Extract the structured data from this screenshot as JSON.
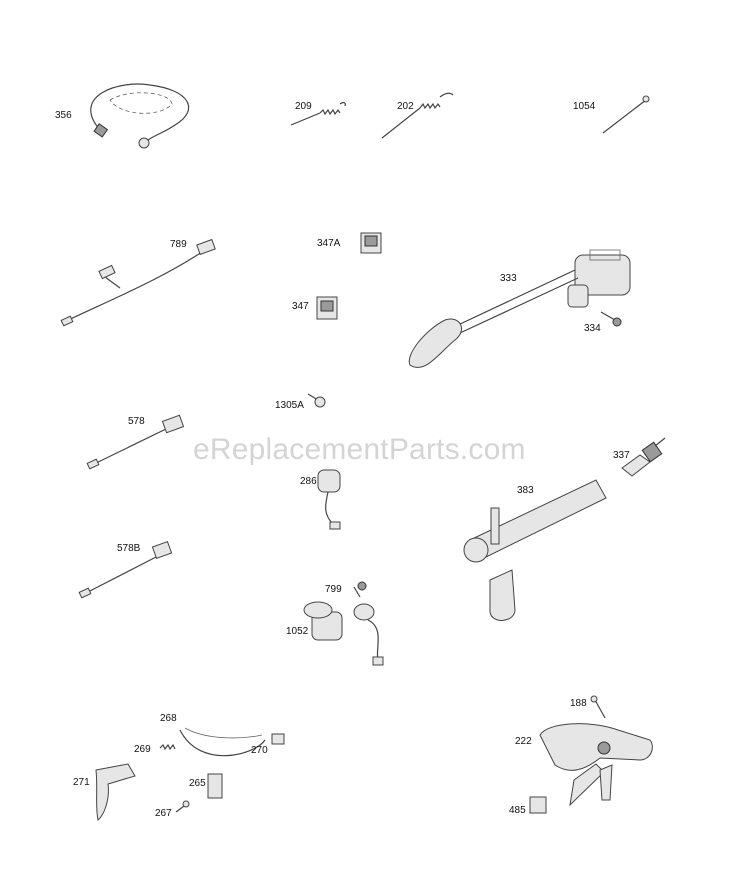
{
  "watermark": "eReplacementParts.com",
  "parts": [
    {
      "ref": "356"
    },
    {
      "ref": "209"
    },
    {
      "ref": "202"
    },
    {
      "ref": "1054"
    },
    {
      "ref": "789"
    },
    {
      "ref": "347A"
    },
    {
      "ref": "347"
    },
    {
      "ref": "333"
    },
    {
      "ref": "334"
    },
    {
      "ref": "1305A"
    },
    {
      "ref": "578"
    },
    {
      "ref": "286"
    },
    {
      "ref": "337"
    },
    {
      "ref": "383"
    },
    {
      "ref": "578B"
    },
    {
      "ref": "799"
    },
    {
      "ref": "1052"
    },
    {
      "ref": "268"
    },
    {
      "ref": "269"
    },
    {
      "ref": "270"
    },
    {
      "ref": "271"
    },
    {
      "ref": "265"
    },
    {
      "ref": "267"
    },
    {
      "ref": "188"
    },
    {
      "ref": "222"
    },
    {
      "ref": "485"
    }
  ]
}
